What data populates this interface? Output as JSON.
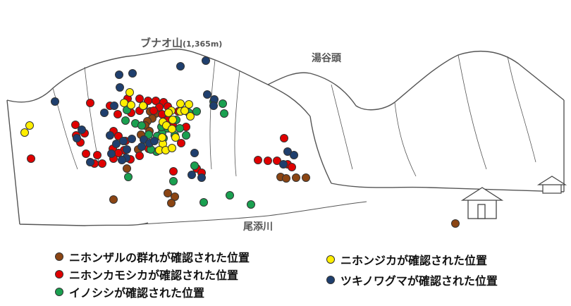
{
  "labels": {
    "peak_main": "ブナオ山",
    "peak_elevation": "(1,365m)",
    "peak_secondary": "湯谷頭",
    "river": "尾添川"
  },
  "legend": [
    {
      "key": "monkey",
      "label": "ニホンザルの群れが確認された位置",
      "color": "#8b4513"
    },
    {
      "key": "serow",
      "label": "ニホンカモシカが確認された位置",
      "color": "#e00000"
    },
    {
      "key": "boar",
      "label": "イノシシが確認された位置",
      "color": "#1aa050"
    },
    {
      "key": "deer",
      "label": "ニホンジカが確認された位置",
      "color": "#ffee00"
    },
    {
      "key": "bear",
      "label": "ツキノワグマが確認された位置",
      "color": "#1f3f6e"
    }
  ],
  "sightings": {
    "monkey": [
      [
        204,
        150
      ],
      [
        213,
        158
      ],
      [
        221,
        161
      ],
      [
        216,
        168
      ],
      [
        209,
        172
      ],
      [
        206,
        178
      ],
      [
        212,
        186
      ],
      [
        200,
        191
      ],
      [
        180,
        239
      ],
      [
        196,
        212
      ],
      [
        238,
        274
      ],
      [
        248,
        279
      ],
      [
        243,
        288
      ],
      [
        161,
        283
      ],
      [
        398,
        251
      ],
      [
        406,
        253
      ],
      [
        420,
        252
      ],
      [
        434,
        252
      ],
      [
        646,
        317
      ]
    ],
    "serow": [
      [
        181,
        140
      ],
      [
        198,
        140
      ],
      [
        210,
        143
      ],
      [
        221,
        143
      ],
      [
        232,
        145
      ],
      [
        238,
        151
      ],
      [
        226,
        152
      ],
      [
        218,
        157
      ],
      [
        230,
        162
      ],
      [
        253,
        158
      ],
      [
        198,
        157
      ],
      [
        186,
        160
      ],
      [
        167,
        162
      ],
      [
        156,
        150
      ],
      [
        128,
        146
      ],
      [
        107,
        177
      ],
      [
        108,
        192
      ],
      [
        120,
        189
      ],
      [
        114,
        202
      ],
      [
        122,
        218
      ],
      [
        161,
        186
      ],
      [
        168,
        193
      ],
      [
        178,
        200
      ],
      [
        176,
        213
      ],
      [
        185,
        226
      ],
      [
        198,
        221
      ],
      [
        160,
        211
      ],
      [
        168,
        217
      ],
      [
        161,
        225
      ],
      [
        138,
        220
      ],
      [
        134,
        232
      ],
      [
        145,
        232
      ],
      [
        44,
        225
      ],
      [
        211,
        211
      ],
      [
        257,
        203
      ],
      [
        246,
        243
      ],
      [
        279,
        239
      ],
      [
        286,
        245
      ],
      [
        245,
        176
      ],
      [
        238,
        170
      ],
      [
        264,
        180
      ],
      [
        366,
        227
      ],
      [
        380,
        228
      ],
      [
        393,
        228
      ],
      [
        403,
        196
      ],
      [
        408,
        233
      ],
      [
        414,
        237
      ],
      [
        229,
        190
      ]
    ],
    "boar": [
      [
        180,
        156
      ],
      [
        192,
        175
      ],
      [
        201,
        178
      ],
      [
        230,
        188
      ],
      [
        238,
        182
      ],
      [
        229,
        180
      ],
      [
        223,
        193
      ],
      [
        232,
        196
      ],
      [
        211,
        191
      ],
      [
        222,
        215
      ],
      [
        248,
        192
      ],
      [
        264,
        192
      ],
      [
        255,
        182
      ],
      [
        250,
        170
      ],
      [
        268,
        160
      ],
      [
        279,
        158
      ],
      [
        303,
        144
      ],
      [
        316,
        147
      ],
      [
        318,
        161
      ],
      [
        178,
        171
      ],
      [
        182,
        251
      ],
      [
        214,
        212
      ],
      [
        246,
        257
      ],
      [
        289,
        287
      ],
      [
        326,
        277
      ],
      [
        356,
        290
      ],
      [
        276,
        235
      ]
    ],
    "deer": [
      [
        184,
        131
      ],
      [
        176,
        146
      ],
      [
        186,
        149
      ],
      [
        203,
        150
      ],
      [
        256,
        147
      ],
      [
        268,
        148
      ],
      [
        256,
        158
      ],
      [
        262,
        157
      ],
      [
        270,
        165
      ],
      [
        243,
        157
      ],
      [
        239,
        160
      ],
      [
        231,
        173
      ],
      [
        236,
        178
      ],
      [
        244,
        183
      ],
      [
        249,
        195
      ],
      [
        231,
        204
      ],
      [
        226,
        213
      ],
      [
        235,
        213
      ],
      [
        244,
        210
      ],
      [
        230,
        195
      ],
      [
        245,
        170
      ],
      [
        42,
        178
      ],
      [
        35,
        188
      ]
    ],
    "bear": [
      [
        78,
        144
      ],
      [
        169,
        106
      ],
      [
        188,
        104
      ],
      [
        256,
        94
      ],
      [
        292,
        86
      ],
      [
        170,
        124
      ],
      [
        162,
        150
      ],
      [
        148,
        160
      ],
      [
        156,
        192
      ],
      [
        165,
        204
      ],
      [
        175,
        200
      ],
      [
        180,
        212
      ],
      [
        187,
        197
      ],
      [
        204,
        198
      ],
      [
        201,
        208
      ],
      [
        212,
        203
      ],
      [
        219,
        200
      ],
      [
        116,
        184
      ],
      [
        109,
        196
      ],
      [
        179,
        224
      ],
      [
        173,
        227
      ],
      [
        158,
        218
      ],
      [
        128,
        230
      ],
      [
        276,
        217
      ],
      [
        272,
        248
      ],
      [
        286,
        252
      ],
      [
        294,
        134
      ],
      [
        304,
        141
      ],
      [
        303,
        150
      ],
      [
        408,
        215
      ],
      [
        417,
        220
      ],
      [
        402,
        233
      ]
    ]
  }
}
